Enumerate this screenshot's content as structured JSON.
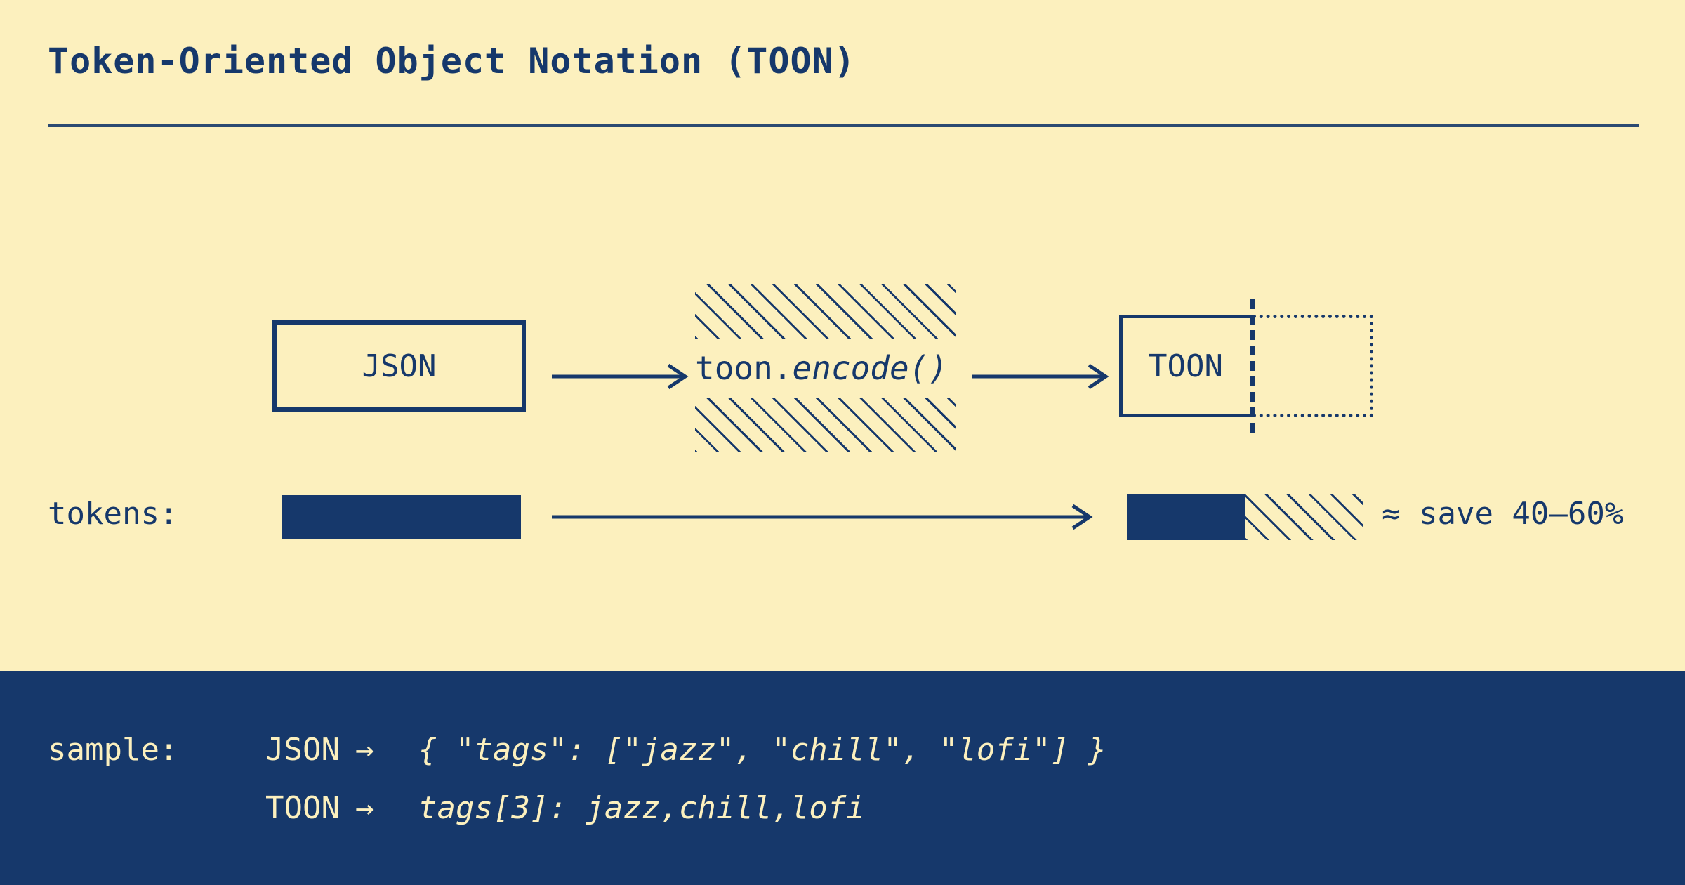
{
  "title": "Token-Oriented Object Notation (TOON)",
  "colors": {
    "background": "#fcf0be",
    "ink": "#16386b",
    "panel": "#16386b",
    "panel_text": "#fcf0be",
    "rule": "#2b4a72"
  },
  "flow": {
    "source_box_label": "JSON",
    "transform_prefix": "toon.",
    "transform_call": "encode()",
    "target_box_label": "TOON",
    "arrow_glyph": "→"
  },
  "tokens": {
    "label": "tokens:",
    "savings_note": "≈ save 40–60%",
    "json_bar_units": 100,
    "toon_bar_solid_units": 50,
    "toon_bar_hatched_units": 50
  },
  "sample": {
    "label": "sample:",
    "rows": [
      {
        "format": "JSON",
        "arrow": "→",
        "code": "{ \"tags\": [\"jazz\", \"chill\", \"lofi\"] }"
      },
      {
        "format": "TOON",
        "arrow": "→",
        "code": "tags[3]: jazz,chill,lofi"
      }
    ]
  }
}
